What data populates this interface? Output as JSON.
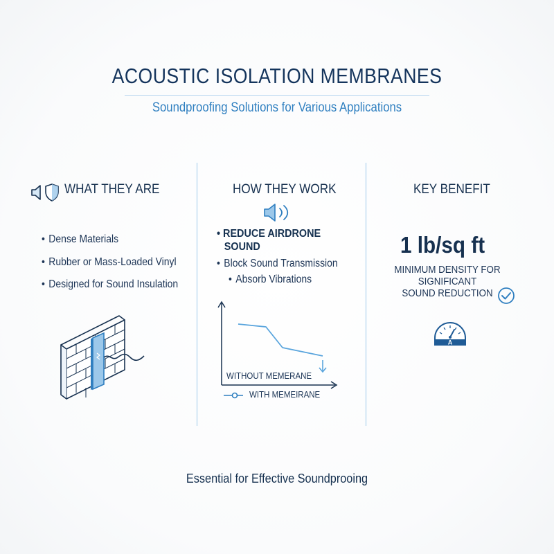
{
  "header": {
    "title": "ACOUSTIC ISOLATION MEMBRANES",
    "subtitle": "Soundproofing Solutions for Various Applications"
  },
  "columns": {
    "what": {
      "heading": "WHAT THEY ARE",
      "icons": [
        "speaker-icon",
        "shield-icon"
      ],
      "bullets": [
        "Dense Materials",
        "Rubber or Mass-Loaded Vinyl",
        "Designed for Sound Insulation"
      ],
      "illustration": "brick-wall-membrane-illustration"
    },
    "how": {
      "heading": "HOW THEY WORK",
      "icon": "speaker-sound-icon",
      "primary_bullet_line1": "REDUCE AIRDRONE",
      "primary_bullet_line2": "SOUND",
      "bullets": [
        "Block Sound Transmission",
        "Absorb Vibrations"
      ],
      "chart_labels": {
        "without": "WITHOUT MEMERANE",
        "with": "WITH MEMEIRANE"
      }
    },
    "benefit": {
      "heading": "KEY BENEFIT",
      "value": "1 lb/sq ft",
      "description_lines": [
        "MINIMUM DENSITY FOR",
        "SIGNIFICANT",
        "SOUND REDUCTION"
      ],
      "icons": [
        "checkmark-icon",
        "gauge-icon"
      ],
      "gauge_label": "A"
    }
  },
  "footer": {
    "text": "Essential for Effective Soundprooing"
  },
  "colors": {
    "navy": "#16304f",
    "accent_blue": "#2f7fc0",
    "light_blue": "#9cc8ea"
  }
}
